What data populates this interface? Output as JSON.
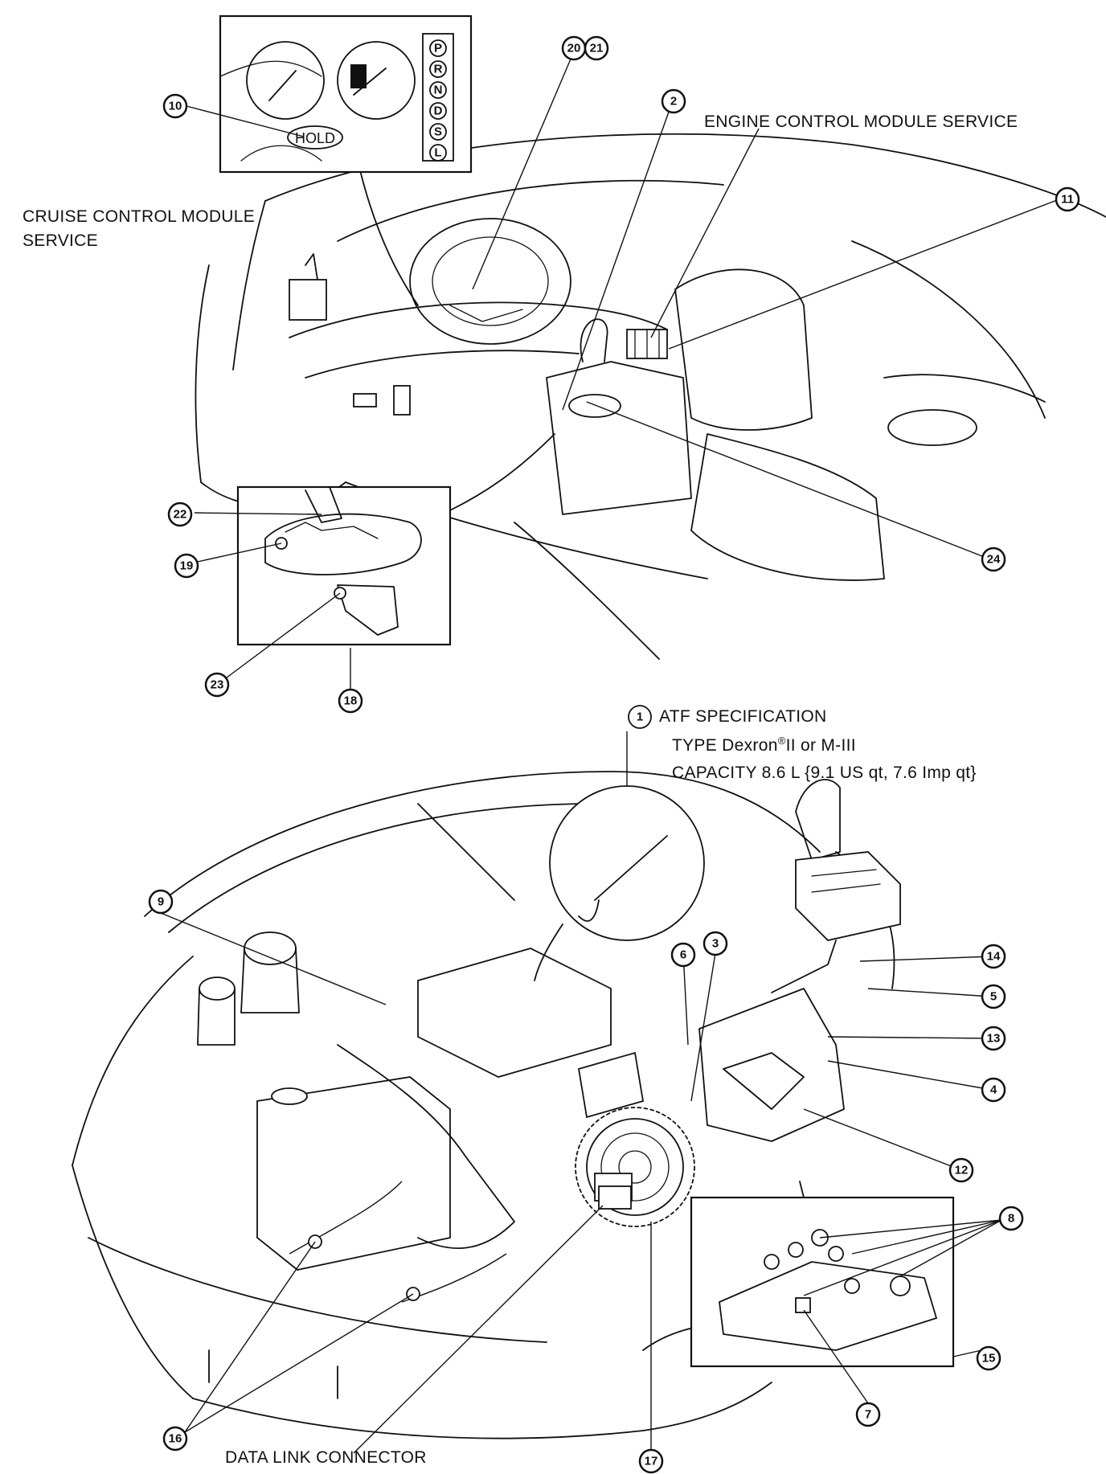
{
  "labels": {
    "engine_control_module": "ENGINE CONTROL MODULE SERVICE",
    "cruise_control_module_line1": "CRUISE CONTROL MODULE",
    "cruise_control_module_line2": "SERVICE",
    "atf_title": "ATF SPECIFICATION",
    "atf_type_prefix": "TYPE Dexron",
    "atf_type_sup": "®",
    "atf_type_suffix": "II or M-III",
    "atf_capacity": "CAPACITY 8.6 L {9.1 US qt, 7.6 Imp qt}",
    "data_link_connector": "DATA LINK CONNECTOR",
    "hold_indicator": "HOLD"
  },
  "gear_positions": [
    "P",
    "R",
    "N",
    "D",
    "S",
    "L"
  ],
  "callouts": {
    "c1": "1",
    "c2": "2",
    "c3": "3",
    "c4": "4",
    "c5": "5",
    "c6": "6",
    "c7": "7",
    "c8": "8",
    "c9": "9",
    "c10": "10",
    "c11": "11",
    "c12": "12",
    "c13": "13",
    "c14": "14",
    "c15": "15",
    "c16": "16",
    "c17": "17",
    "c18": "18",
    "c19": "19",
    "c20": "20",
    "c21": "21",
    "c22": "22",
    "c23": "23",
    "c24": "24"
  }
}
